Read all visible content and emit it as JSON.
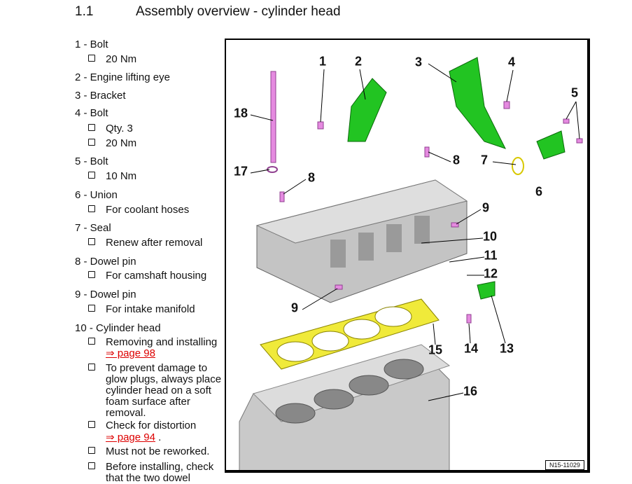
{
  "heading": {
    "number": "1.1",
    "title": "Assembly overview - cylinder head"
  },
  "items": [
    {
      "label": "1 - Bolt",
      "subs": [
        "20 Nm"
      ]
    },
    {
      "label": "2 - Engine lifting eye"
    },
    {
      "label": "3 - Bracket"
    },
    {
      "label": "4 - Bolt",
      "subs": [
        "Qty. 3",
        "20 Nm"
      ]
    },
    {
      "label": "5 - Bolt",
      "subs": [
        "10 Nm"
      ]
    },
    {
      "label": "6 - Union",
      "subs": [
        "For coolant hoses"
      ]
    },
    {
      "label": "7 - Seal",
      "subs": [
        "Renew after removal"
      ]
    },
    {
      "label": "8 - Dowel pin",
      "subs": [
        "For camshaft housing"
      ]
    },
    {
      "label": "9 - Dowel pin",
      "subs": [
        "For intake manifold"
      ]
    },
    {
      "label": "10 - Cylinder head",
      "subs": [
        "Removing and installing",
        "To prevent damage to glow plugs, always place cylinder head on a soft foam surface after removal.",
        "Check for distortion",
        ".",
        "Must not be reworked.",
        "Before installing, check that the two dowel"
      ]
    }
  ],
  "links": [
    "⇒ page 98",
    "⇒ page 94"
  ],
  "figure": {
    "callouts": [
      "1",
      "2",
      "3",
      "4",
      "5",
      "18",
      "8",
      "7",
      "17",
      "8",
      "6",
      "9",
      "10",
      "11",
      "12",
      "9",
      "13",
      "14",
      "15",
      "16"
    ],
    "reference": "N15-11029",
    "colors": {
      "green": "#22c422",
      "pink": "#e58ae0",
      "yellow": "#f0ea3a",
      "metal": "#c8c8c8"
    }
  }
}
